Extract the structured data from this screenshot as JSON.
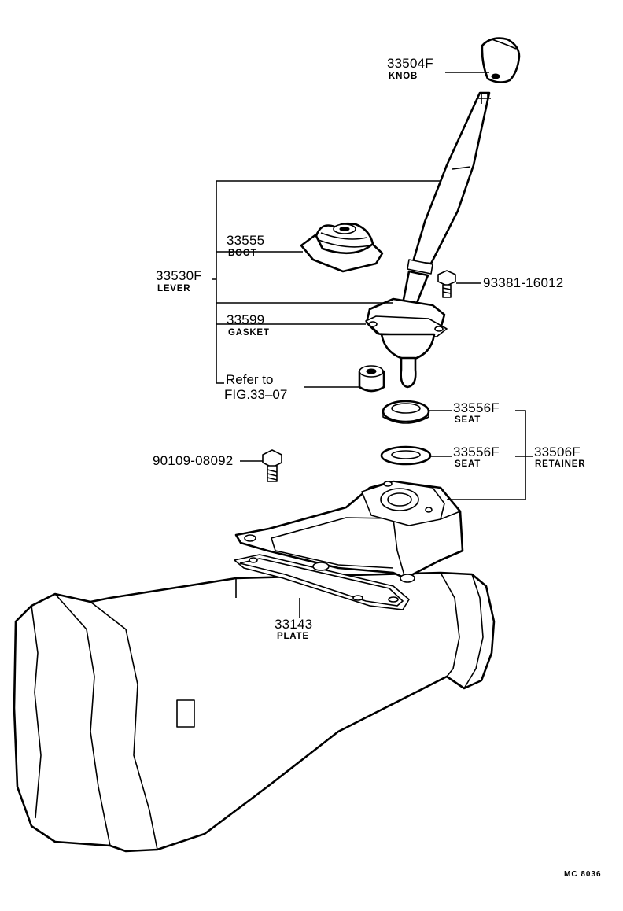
{
  "parts": {
    "knob": {
      "number": "33504F",
      "name": "KNOB"
    },
    "lever": {
      "number": "33530F",
      "name": "LEVER"
    },
    "boot": {
      "number": "33555",
      "name": "BOOT"
    },
    "gasket": {
      "number": "33599",
      "name": "GASKET"
    },
    "refer": {
      "line1": "Refer to",
      "line2": "FIG.33–07"
    },
    "bolt_lever": {
      "number": "93381-16012"
    },
    "seat_upper": {
      "number": "33556F",
      "name": "SEAT"
    },
    "seat_lower": {
      "number": "33556F",
      "name": "SEAT"
    },
    "retainer": {
      "number": "33506F",
      "name": "RETAINER"
    },
    "bolt_retainer": {
      "number": "90109-08092"
    },
    "plate": {
      "number": "33143",
      "name": "PLATE"
    }
  },
  "figure_code": "MC 8036"
}
